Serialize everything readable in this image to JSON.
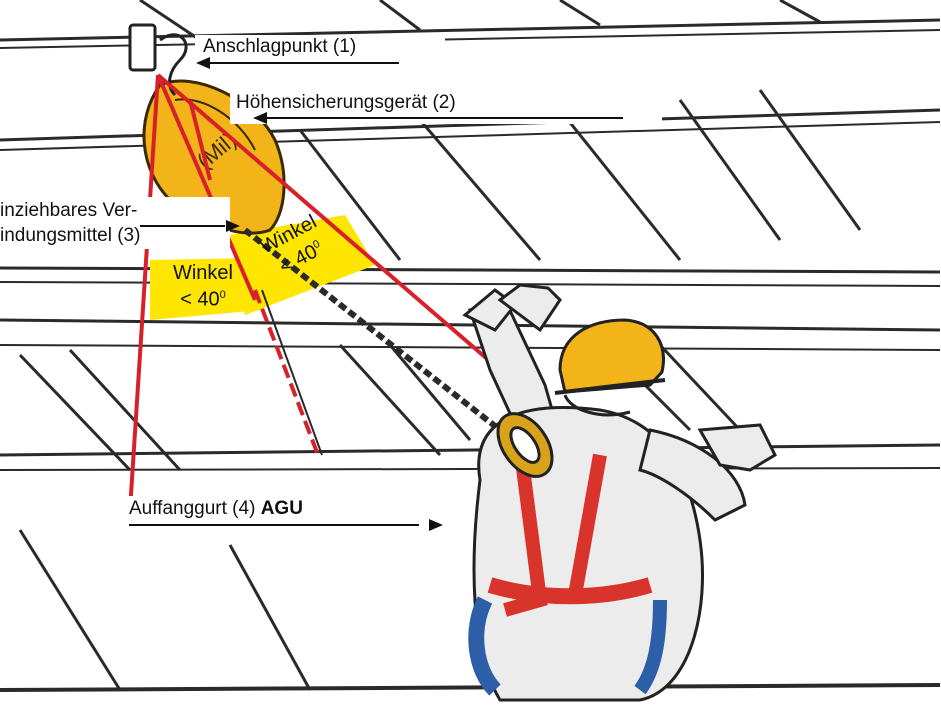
{
  "labels": {
    "anchor": "Anschlagpunkt (1)",
    "device": "Höhensicherungsgerät (2)",
    "lanyard_line1": "inziehbares Ver-",
    "lanyard_line2": "indungsmittel (3)",
    "harness_prefix": "Auffanggurt (4)",
    "harness_bold": "AGU"
  },
  "angles": [
    {
      "word": "Winkel",
      "value": "< 40",
      "unit": "0"
    },
    {
      "word": "Winkel",
      "value": "< 40",
      "unit": "0"
    }
  ],
  "colors": {
    "red": "#d8202a",
    "yellow": "#ffe600",
    "helmet": "#f2b418",
    "harness_red": "#d9342b",
    "harness_blue": "#2d5fa8",
    "steel": "#3a3a3a"
  }
}
